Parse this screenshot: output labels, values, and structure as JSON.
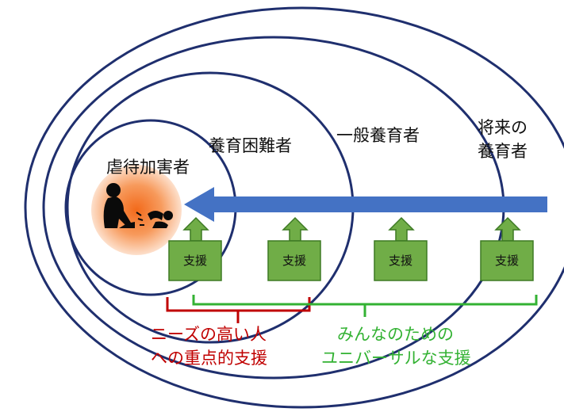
{
  "rings": [
    {
      "label": "虐待加害者"
    },
    {
      "label": "養育困難者"
    },
    {
      "label": "一般養育者"
    },
    {
      "label_line1": "将来の",
      "label_line2": "養育者"
    }
  ],
  "support_boxes": [
    {
      "label": "支援"
    },
    {
      "label": "支援"
    },
    {
      "label": "支援"
    },
    {
      "label": "支援"
    }
  ],
  "notes": {
    "red_line1": "ニーズの高い人",
    "red_line2": "への重点的支援",
    "green_line1": "みんなのための",
    "green_line2": "ユニバーサルな支援"
  },
  "colors": {
    "ring_stroke": "#1f2f6e",
    "big_arrow": "#4472c4",
    "box_fill": "#70ad47",
    "box_stroke": "#3d7a24",
    "red": "#c00000",
    "green": "#33b233"
  },
  "icons": {
    "person": "kneeling-child-icon"
  }
}
